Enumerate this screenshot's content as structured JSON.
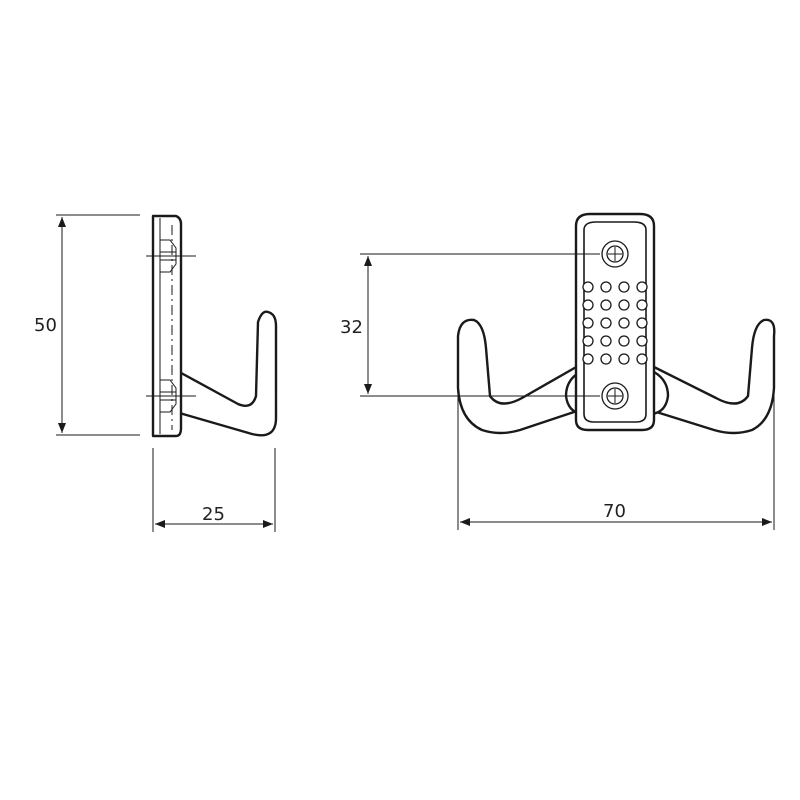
{
  "dimensions": {
    "height": "50",
    "depth": "25",
    "hole_spacing": "32",
    "width": "70"
  },
  "colors": {
    "line": "#1a1a1a",
    "background": "#ffffff"
  }
}
